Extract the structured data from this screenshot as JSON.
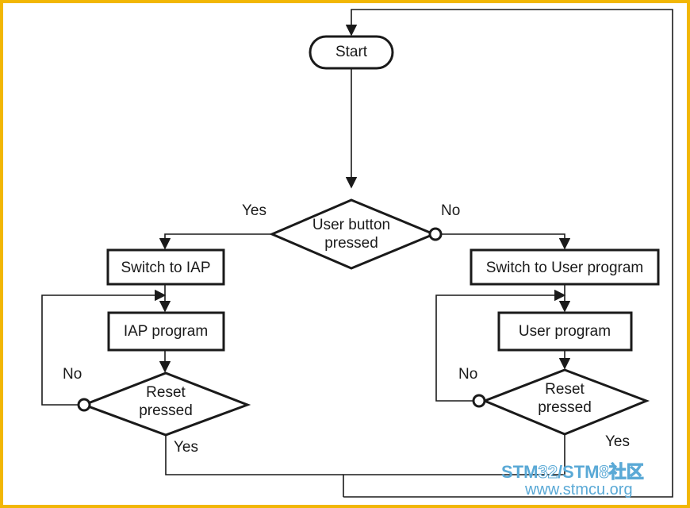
{
  "nodes": {
    "start": "Start",
    "user_button_line1": "User button",
    "user_button_line2": "pressed",
    "switch_iap": "Switch to IAP",
    "iap_program": "IAP program",
    "reset_left_line1": "Reset",
    "reset_left_line2": "pressed",
    "switch_user": "Switch to User program",
    "user_program": "User program",
    "reset_right_line1": "Reset",
    "reset_right_line2": "pressed"
  },
  "edges": {
    "user_yes": "Yes",
    "user_no": "No",
    "left_no": "No",
    "left_yes": "Yes",
    "right_no": "No",
    "right_yes": "Yes"
  },
  "watermark": {
    "brand_a": "STM",
    "brand_b": "32",
    "brand_c": "/STM",
    "brand_d": "8社区",
    "url": "www.stmcu.org"
  },
  "colors": {
    "frame": "#f2b705",
    "line": "#1a1a1a",
    "watermark": "#5aa9d6"
  }
}
